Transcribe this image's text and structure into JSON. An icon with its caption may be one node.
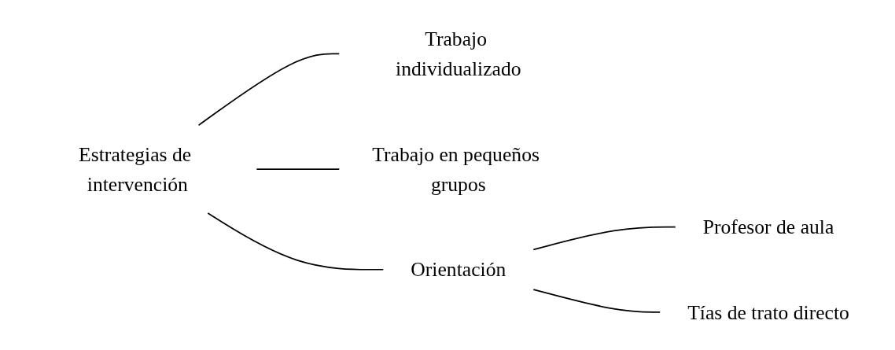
{
  "diagram": {
    "nodes": [
      {
        "text": [
          "Estrategias de intervención"
        ]
      },
      {
        "text": [
          "Trabajo individualizado"
        ]
      },
      {
        "text": [
          "Trabajo en pequeños grupos"
        ]
      },
      {
        "text": [
          "Orientación"
        ]
      },
      {
        "text": [
          "Profesor de aula"
        ]
      },
      {
        "text": [
          "Tías de trato directo"
        ]
      }
    ],
    "edges": [
      {
        "from": 0,
        "to": 1,
        "arrow": "none"
      },
      {
        "from": 0,
        "to": 2,
        "arrow": "none"
      },
      {
        "from": 0,
        "to": 3,
        "arrow": "none"
      },
      {
        "from": 3,
        "to": 4,
        "arrow": "none"
      },
      {
        "from": 3,
        "to": 5,
        "arrow": "none"
      }
    ]
  }
}
